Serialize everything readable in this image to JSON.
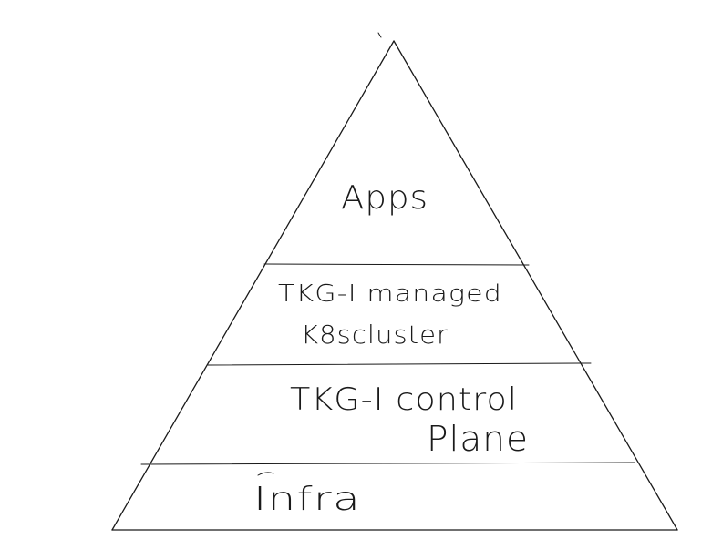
{
  "diagram": {
    "layers": [
      {
        "lines": [
          "Apps"
        ]
      },
      {
        "lines": [
          "TKG-I managed",
          "K8scluster"
        ]
      },
      {
        "lines": [
          "TKG-I control",
          "Plane"
        ]
      },
      {
        "lines": [
          "Infra"
        ]
      }
    ]
  }
}
